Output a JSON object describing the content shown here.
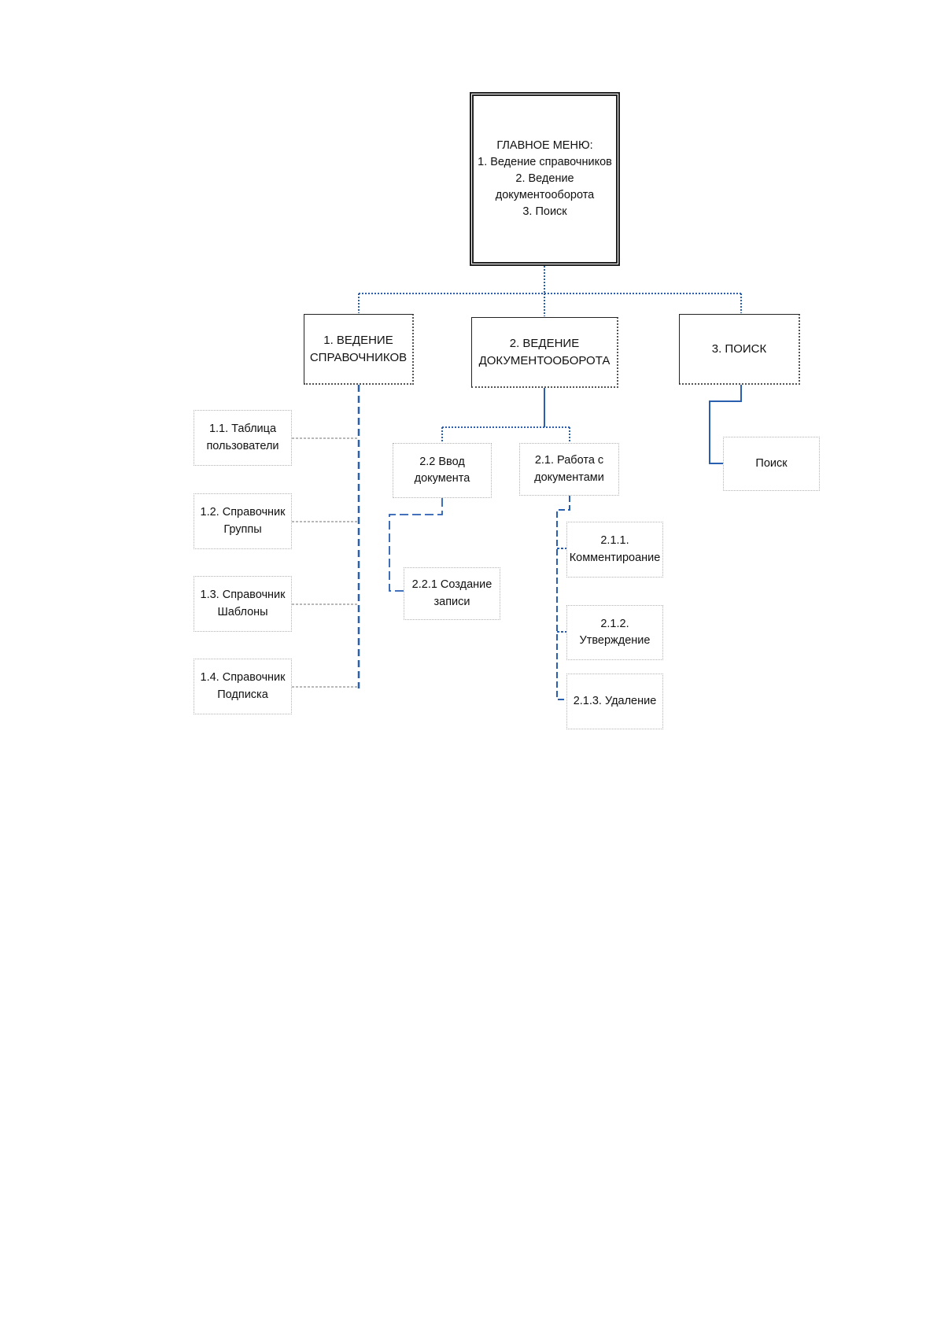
{
  "diagram": {
    "main_menu": {
      "text": "ГЛАВНОЕ МЕНЮ:\n1. Ведение справочников\n2. Ведение\nдокументооборота\n3. Поиск"
    },
    "sections": [
      {
        "title": "1. ВЕДЕНИЕ\nСПРАВОЧНИКОВ",
        "children": [
          "1.1. Таблица\nпользователи",
          "1.2. Справочник\nГруппы",
          "1.3. Справочник\nШаблоны",
          "1.4. Справочник\nПодписка"
        ]
      },
      {
        "title": "2. ВЕДЕНИЕ\nДОКУМЕНТООБОРОТА",
        "children": [
          {
            "title": "2.2 Ввод\nдокумента",
            "children": [
              "2.2.1 Создание\nзаписи"
            ]
          },
          {
            "title": "2.1. Работа с\nдокументами",
            "children": [
              "2.1.1.\nКомментироание",
              "2.1.2.\nУтверждение",
              "2.1.3. Удаление"
            ]
          }
        ]
      },
      {
        "title": "3. ПОИСК",
        "children": [
          "Поиск"
        ]
      }
    ],
    "colors": {
      "connector": "#2a5fb0",
      "box_border": "#222222",
      "leaf_border": "#b3b3b3"
    }
  }
}
